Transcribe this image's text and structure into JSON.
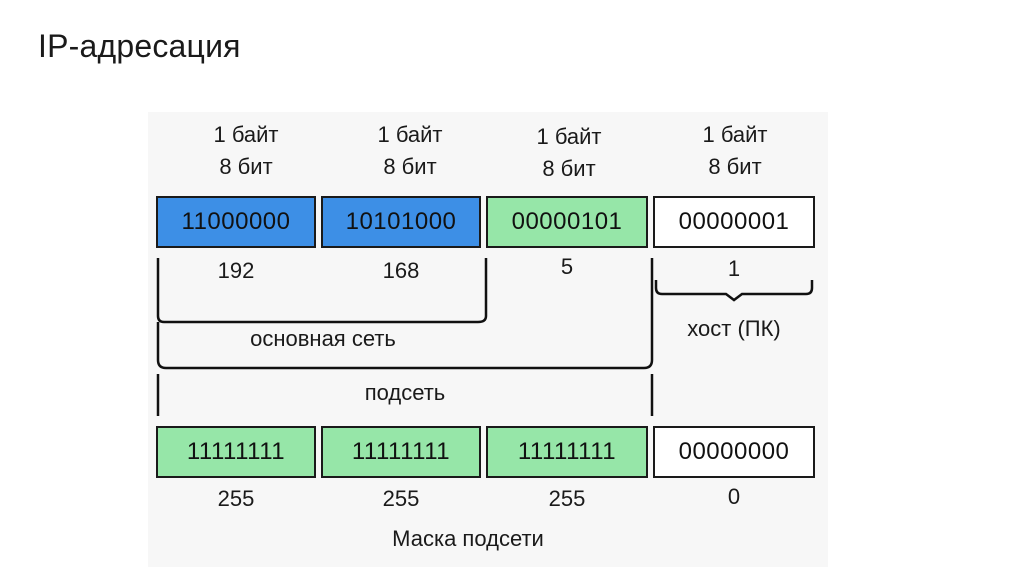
{
  "title": "IP-адресация",
  "bytes": [
    {
      "size": "1 байт",
      "bits": "8 бит",
      "address_bits": "11000000",
      "decimal": "192",
      "mask_bits": "11111111",
      "mask_decimal": "255",
      "color": "#3d8fe6"
    },
    {
      "size": "1 байт",
      "bits": "8 бит",
      "address_bits": "10101000",
      "decimal": "168",
      "mask_bits": "11111111",
      "mask_decimal": "255",
      "color": "#3d8fe6"
    },
    {
      "size": "1 байт",
      "bits": "8 бит",
      "address_bits": "00000101",
      "decimal": "5",
      "mask_bits": "11111111",
      "mask_decimal": "255",
      "color": "#96e6a8"
    },
    {
      "size": "1 байт",
      "bits": "8 бит",
      "address_bits": "00000001",
      "decimal": "1",
      "mask_bits": "00000000",
      "mask_decimal": "0",
      "color": "#ffffff"
    }
  ],
  "mask_color": "#96e6a8",
  "mask_host_color": "#ffffff",
  "labels": {
    "network": "основная сеть",
    "host": "хост (ПК)",
    "subnet": "подсеть",
    "mask": "Маска подсети"
  }
}
